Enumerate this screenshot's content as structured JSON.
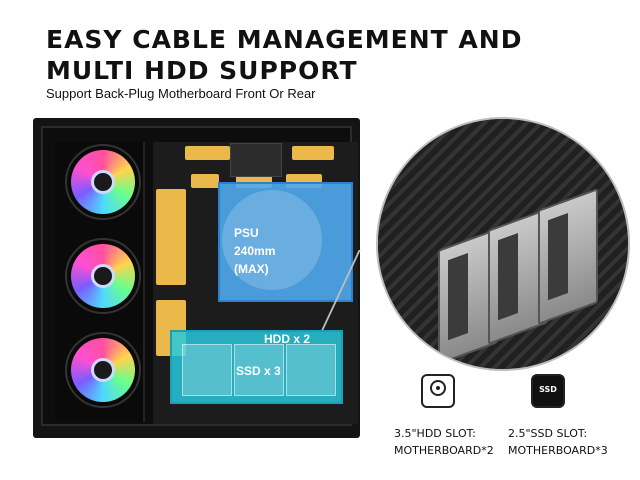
{
  "title": {
    "line1": "EASY CABLE MANAGEMENT AND",
    "line2": "MULTI HDD SUPPORT"
  },
  "subtitle": "Support Back-Plug Motherboard Front Or Rear",
  "case": {
    "psu_label": {
      "line1": "PSU",
      "line2": "240mm",
      "line3": "(MAX)"
    },
    "hdd_label": "HDD x 2",
    "ssd_label": "SSD x 3"
  },
  "features": [
    {
      "icon": "hdd-icon",
      "line1": "3.5\"HDD SLOT:",
      "line2": "MOTHERBOARD*2"
    },
    {
      "icon": "ssd-icon",
      "icon_text": "SSD",
      "line1": "2.5\"SSD SLOT:",
      "line2": "MOTHERBOARD*3"
    }
  ],
  "colors": {
    "psu": "#50aaf0",
    "hdd_cage": "#28c8dc",
    "grommet": "#f5c24d"
  }
}
